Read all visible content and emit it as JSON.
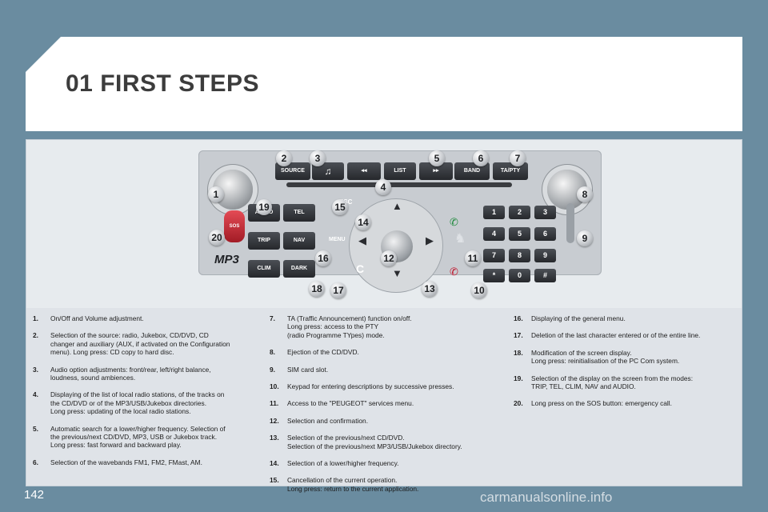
{
  "header": {
    "title": "01 FIRST STEPS"
  },
  "radio": {
    "top_buttons": [
      "SOURCE",
      "♫",
      "◂◂",
      "LIST",
      "▸▸",
      "BAND",
      "TA/PTY"
    ],
    "left_buttons": [
      "AUDIO",
      "TEL",
      "TRIP",
      "NAV",
      "CLIM",
      "DARK"
    ],
    "sos_label": "SOS",
    "esc_label": "ESC",
    "menu_label": "MENU",
    "c_label": "C",
    "keypad": [
      "1",
      "2",
      "3",
      "4",
      "5",
      "6",
      "7",
      "8",
      "9",
      "*",
      "0",
      "#"
    ],
    "mp3_label": "MP3",
    "callouts": [
      "1",
      "2",
      "3",
      "4",
      "5",
      "6",
      "7",
      "8",
      "9",
      "10",
      "11",
      "12",
      "13",
      "14",
      "15",
      "16",
      "17",
      "18",
      "19",
      "20"
    ]
  },
  "items_col1": [
    {
      "n": "1.",
      "t": "On/Off and Volume adjustment."
    },
    {
      "n": "2.",
      "t": "Selection of the source: radio, Jukebox, CD/DVD, CD\nchanger and auxiliary (AUX, if activated on the Configuration\nmenu). Long press: CD copy to hard disc."
    },
    {
      "n": "3.",
      "t": "Audio option adjustments: front/rear, left/right balance,\nloudness, sound ambiences."
    },
    {
      "n": "4.",
      "t": "Displaying of the list of local radio stations, of the tracks on\nthe CD/DVD or of the MP3/USB/Jukebox directories.\nLong press: updating of the local radio stations."
    },
    {
      "n": "5.",
      "t": "Automatic search for a lower/higher frequency. Selection of\nthe previous/next CD/DVD, MP3, USB or Jukebox track.\nLong press: fast forward and backward play."
    },
    {
      "n": "6.",
      "t": "Selection of the wavebands FM1, FM2, FMast, AM."
    }
  ],
  "items_col2": [
    {
      "n": "7.",
      "t": "TA (Traffic Announcement) function on/off.\nLong press: access to the PTY\n(radio Programme TYpes) mode."
    },
    {
      "n": "8.",
      "t": "Ejection of the CD/DVD."
    },
    {
      "n": "9.",
      "t": "SIM card slot."
    },
    {
      "n": "10.",
      "t": "Keypad for entering descriptions by successive presses."
    },
    {
      "n": "11.",
      "t": "Access to the \"PEUGEOT\" services menu."
    },
    {
      "n": "12.",
      "t": "Selection and confirmation."
    },
    {
      "n": "13.",
      "t": "Selection of the previous/next CD/DVD.\nSelection of the previous/next MP3/USB/Jukebox directory."
    },
    {
      "n": "14.",
      "t": "Selection of a lower/higher frequency."
    },
    {
      "n": "15.",
      "t": "Cancellation of the current operation.\nLong press: return to the current application."
    }
  ],
  "items_col3": [
    {
      "n": "16.",
      "t": "Displaying of the general menu."
    },
    {
      "n": "17.",
      "t": "Deletion of the last character entered or of the entire line."
    },
    {
      "n": "18.",
      "t": "Modification of the screen display.\nLong press: reinitialisation of the PC Com system."
    },
    {
      "n": "19.",
      "t": "Selection of the display on the screen from the modes:\nTRIP, TEL, CLIM, NAV and AUDIO."
    },
    {
      "n": "20.",
      "t": "Long press on the SOS button: emergency call."
    }
  ],
  "footer": {
    "page_number": "142",
    "watermark": "carmanualsonline.info"
  }
}
